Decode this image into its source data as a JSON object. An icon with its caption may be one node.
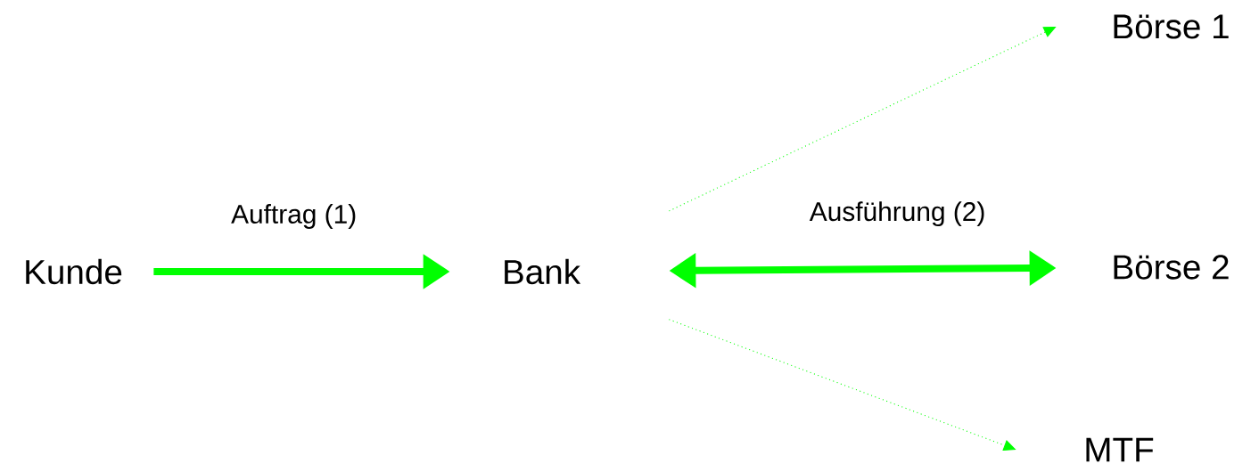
{
  "diagram": {
    "nodes": [
      {
        "text": [
          "Kunde"
        ]
      },
      {
        "text": [
          "Bank"
        ]
      },
      {
        "text": [
          "Börse 1"
        ]
      },
      {
        "text": [
          "Börse 2"
        ]
      },
      {
        "text": [
          "MTF"
        ]
      }
    ],
    "edges": [
      {
        "from": 0,
        "to": 1,
        "arrow": "to",
        "label": "Auftrag (1)",
        "style": "thick"
      },
      {
        "from": 1,
        "to": 3,
        "arrow": "both",
        "label": "Ausführung (2)",
        "style": "thick"
      },
      {
        "from": 1,
        "to": 2,
        "arrow": "to",
        "style": "dashed"
      },
      {
        "from": 1,
        "to": 4,
        "arrow": "to",
        "style": "dashed"
      }
    ]
  }
}
